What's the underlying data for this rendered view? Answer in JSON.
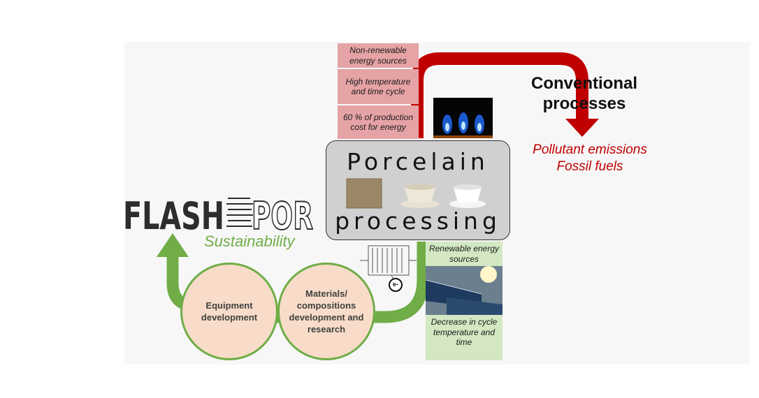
{
  "logo": {
    "text": "FLASHPOR",
    "part1": "FLASH",
    "part2": "POR"
  },
  "sustainability_label": "Sustainability",
  "porcelain": {
    "title_line1": "Porcelain",
    "title_line2": "processing"
  },
  "conventional": {
    "title_line1": "Conventional",
    "title_line2": "processes"
  },
  "conventional_effects": {
    "line1": "Pollutant emissions",
    "line2": "Fossil fuels"
  },
  "red_boxes": [
    {
      "text": "Non-renewable energy sources"
    },
    {
      "text": "High temperature and time cycle"
    },
    {
      "text": "60 % of production cost for energy"
    }
  ],
  "green_boxes": {
    "top": "Renewable energy sources",
    "bottom": "Decrease in cycle temperature and time"
  },
  "circles": {
    "left": "Equipment development",
    "right": "Materials/ compositions development and research"
  },
  "electron_label": "e-",
  "colors": {
    "red_arrow": "#c00000",
    "green_arrow": "#70ad47",
    "red_box": "#e6a3a6",
    "green_box": "#d3e8c2",
    "circle_fill": "#f8dcc9"
  }
}
